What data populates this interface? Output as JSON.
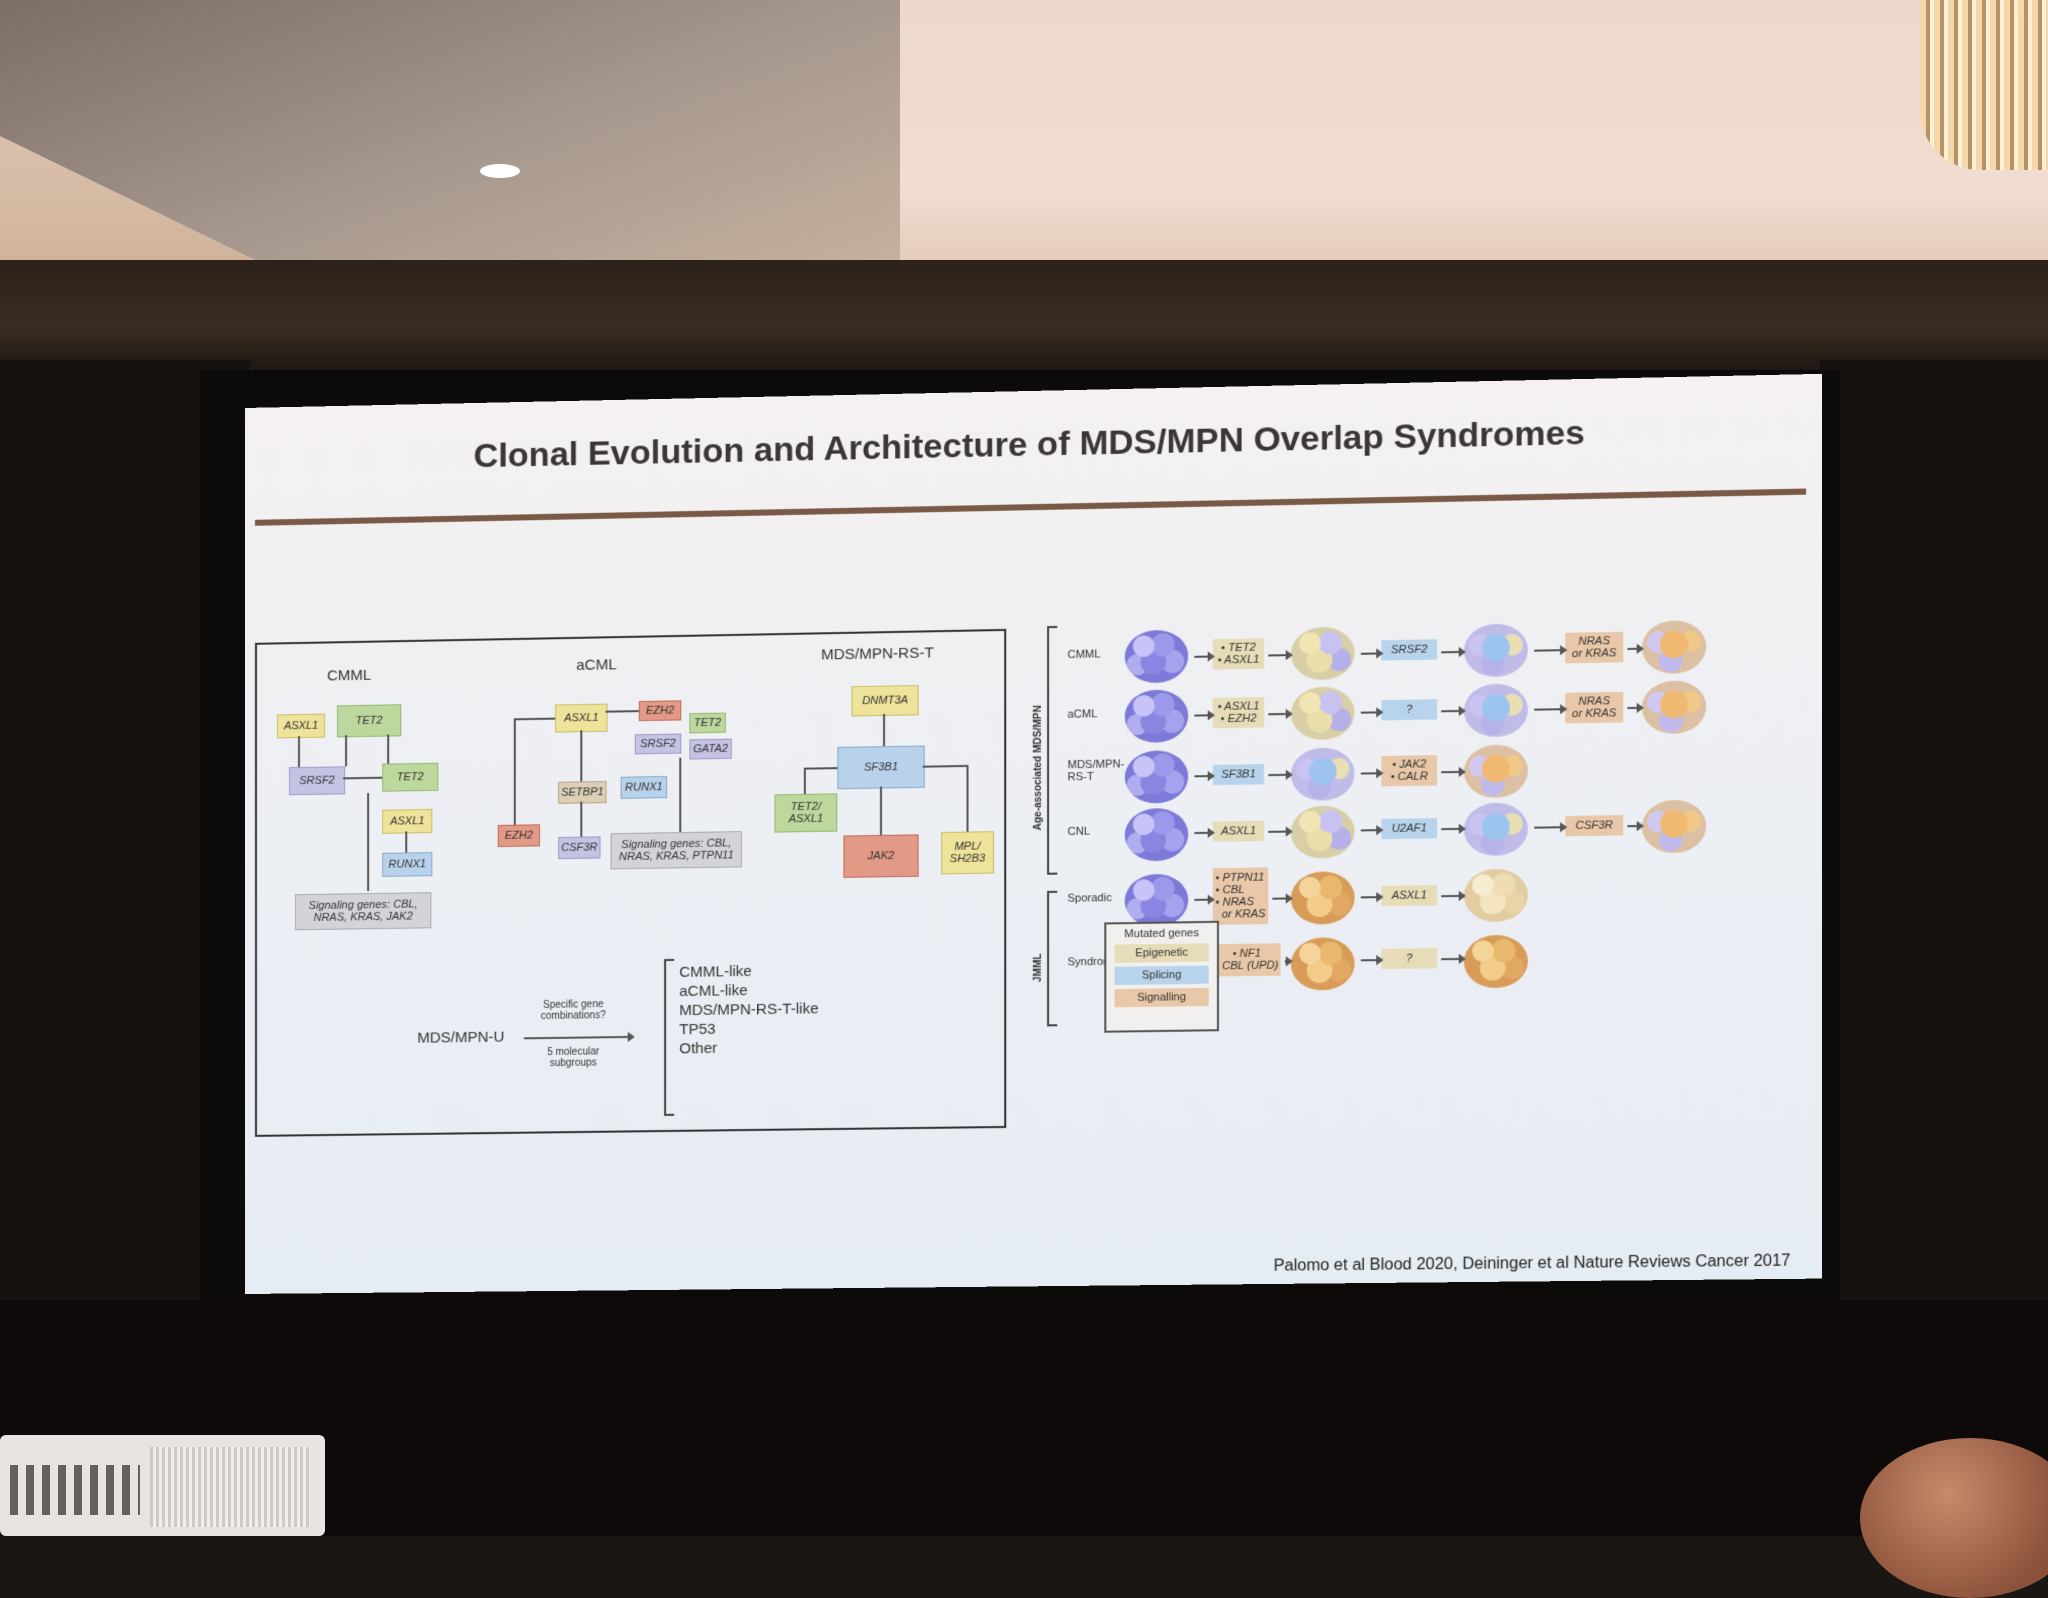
{
  "slide": {
    "title": "Clonal Evolution and Architecture of MDS/MPN Overlap Syndromes",
    "citation": "Palomo et al Blood 2020, Deininger et al Nature Reviews Cancer 2017"
  },
  "left": {
    "cmml": {
      "header": "CMML",
      "asxl1_a": "ASXL1",
      "tet2_a": "TET2",
      "srsf2": "SRSF2",
      "tet2_b": "TET2",
      "asxl1_b": "ASXL1",
      "runx1": "RUNX1",
      "signaling": "Signaling genes: CBL, NRAS, KRAS, JAK2"
    },
    "acml": {
      "header": "aCML",
      "asxl1": "ASXL1",
      "ezh2_a": "EZH2",
      "tet2": "TET2",
      "srsf2": "SRSF2",
      "gata2": "GATA2",
      "setbp1": "SETBP1",
      "runx1": "RUNX1",
      "ezh2_b": "EZH2",
      "csf3r": "CSF3R",
      "signaling": "Signaling genes: CBL, NRAS, KRAS, PTPN11"
    },
    "rst": {
      "header": "MDS/MPN-RS-T",
      "dnmt3a": "DNMT3A",
      "sf3b1": "SF3B1",
      "tet2_asxl1": "TET2/ ASXL1",
      "jak2": "JAK2",
      "mpl": "MPL/ SH2B3"
    },
    "u": {
      "label": "MDS/MPN-U",
      "above_arrow": "Specific gene combinations?",
      "below_arrow": "5 molecular subgroups",
      "subgroups": [
        "CMML-like",
        "aCML-like",
        "MDS/MPN-RS-T-like",
        "TP53",
        "Other"
      ]
    }
  },
  "right": {
    "age_label": "Age-associated MDS/MPN",
    "jmml_label": "JMML",
    "rows": [
      {
        "label": "CMML",
        "m1": "• TET2\n• ASXL1",
        "m2": "SRSF2",
        "m3": "NRAS\nor KRAS"
      },
      {
        "label": "aCML",
        "m1": "• ASXL1\n• EZH2",
        "m2": "?",
        "m3": "NRAS\nor KRAS"
      },
      {
        "label": "MDS/MPN-\nRS-T",
        "m1": "SF3B1",
        "m2": "• JAK2\n• CALR",
        "m3": ""
      },
      {
        "label": "CNL",
        "m1": "ASXL1",
        "m2": "U2AF1",
        "m3": "CSF3R"
      },
      {
        "label": "Sporadic",
        "m1": "• PTPN11\n• CBL\n• NRAS\n  or KRAS",
        "m2": "ASXL1",
        "m3": ""
      },
      {
        "label": "Syndromic",
        "m1": "• NF1\n• CBL (UPD)",
        "m2": "?",
        "m3": ""
      }
    ],
    "legend": {
      "title": "Mutated genes",
      "items": [
        "Epigenetic",
        "Splicing",
        "Signalling"
      ]
    }
  }
}
